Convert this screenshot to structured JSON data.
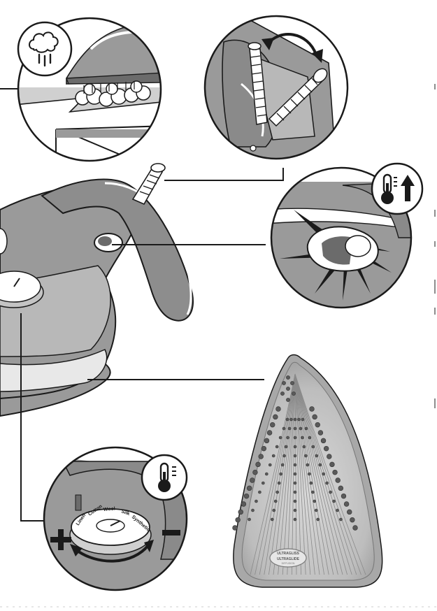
{
  "diagram": {
    "temperature_dial_labels": [
      "Linen",
      "Cotton",
      "Wool",
      "Silk",
      "Synthetic"
    ],
    "dial_sign_plus": "+",
    "dial_sign_minus": "-",
    "soleplate_badge_line1": "ULTRAGLISS",
    "soleplate_badge_line2": "ULTRAGLIDE",
    "soleplate_badge_line3": "DIFFUSION",
    "icons": [
      "steam-icon",
      "thermometer-rising-icon",
      "thermometer-icon"
    ],
    "colors": {
      "outline": "#1a1a1a",
      "body_grey": "#9a9a9a",
      "light_grey": "#cfcfcf",
      "dark_grey": "#6b6b6b",
      "white": "#ffffff"
    }
  }
}
